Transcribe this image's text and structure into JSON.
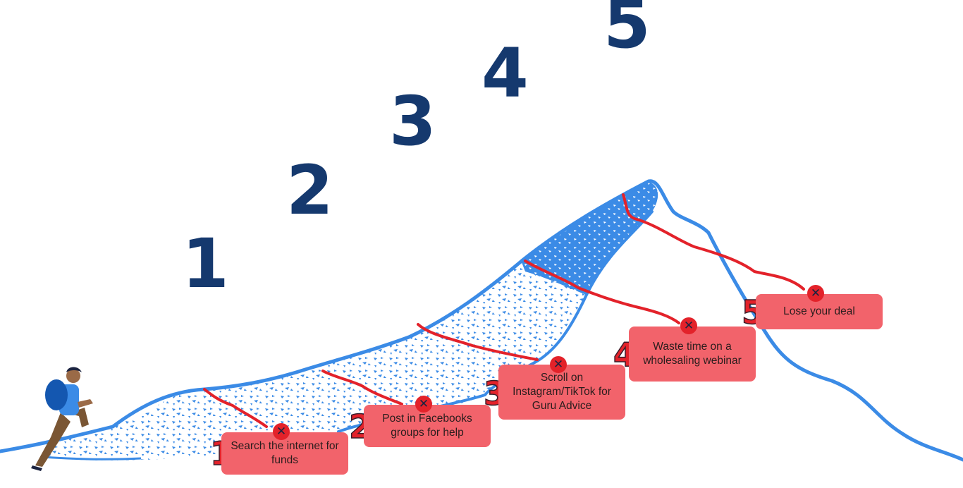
{
  "big_numbers": [
    "1",
    "2",
    "3",
    "4",
    "5"
  ],
  "steps": [
    {
      "number": "1",
      "label": "Search the internet for funds",
      "status_icon": "x-icon"
    },
    {
      "number": "2",
      "label": "Post in Facebooks groups for help",
      "status_icon": "x-icon"
    },
    {
      "number": "3",
      "label": "Scroll on Instagram/TikTok for Guru Advice",
      "status_icon": "x-icon"
    },
    {
      "number": "4",
      "label": "Waste time on a wholesaling webinar",
      "status_icon": "x-icon"
    },
    {
      "number": "5",
      "label": "Lose your deal",
      "status_icon": "x-icon"
    }
  ],
  "badge_glyph": "✕",
  "colors": {
    "navy": "#15396e",
    "mountain_blue": "#3b8be6",
    "path_red": "#e3222a",
    "box_red": "#f2636b"
  }
}
